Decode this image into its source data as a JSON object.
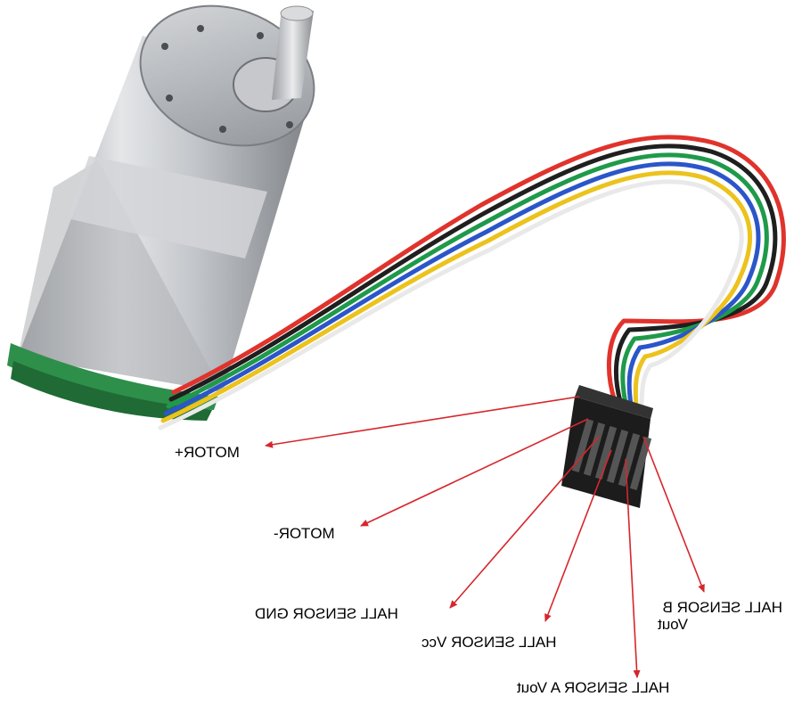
{
  "labels": {
    "motor_plus": "MOTOR+",
    "motor_minus": "MOTOR-",
    "hall_gnd": "HALL SENSOR GND",
    "hall_vcc": "HALL SENSOR Vcc",
    "hall_a": "HALL SENSOR A Vout",
    "hall_b_line1": "HALL SENSOR B",
    "hall_b_line2": "Vout"
  },
  "colors": {
    "arrow": "#d6262c",
    "wire_red": "#e0332c",
    "wire_black": "#1f1f1f",
    "wire_green": "#1f9a4a",
    "wire_blue": "#2b56c9",
    "wire_yellow": "#ecc21d",
    "wire_white": "#f1f1f1",
    "metal": "#b9bcc0",
    "pcb_green": "#2e8f4a",
    "connector": "#1c1c1c"
  }
}
